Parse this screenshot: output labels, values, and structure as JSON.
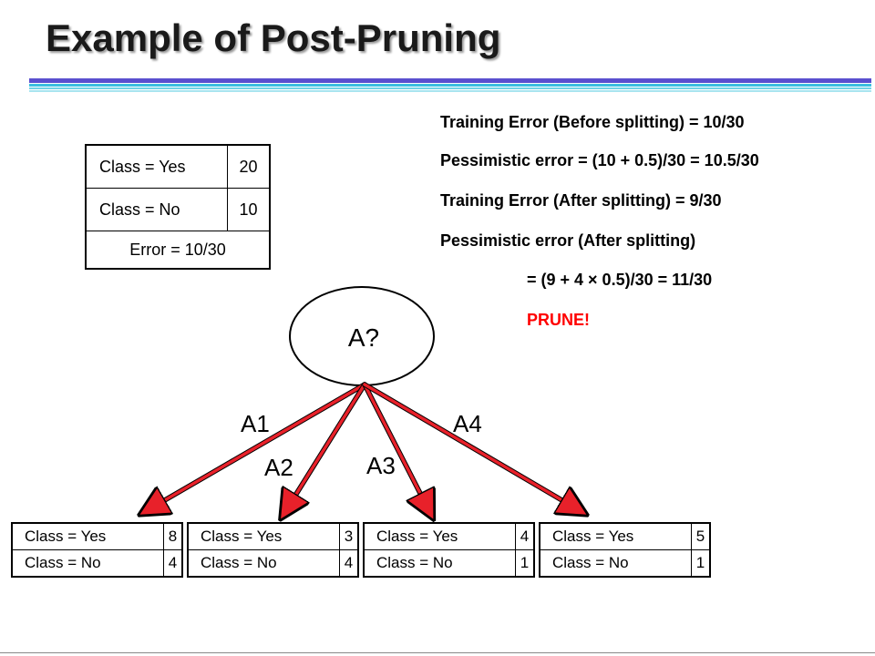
{
  "title": "Example of Post-Pruning",
  "accent_colors": {
    "bar_blue": "#5a4fcf",
    "bar_cyan": "#3bbfe0",
    "bar_teal": "#6fd3e6",
    "edge_red": "#e8212a",
    "prune_red": "#ff0000"
  },
  "info_lines": {
    "train_before": "Training Error (Before splitting) = 10/30",
    "pess_before": "Pessimistic error = (10 + 0.5)/30 = 10.5/30",
    "train_after": "Training Error (After splitting) = 9/30",
    "pess_after": "Pessimistic error (After splitting)",
    "pess_after_calc": "= (9 + 4 × 0.5)/30 = 11/30",
    "prune": "PRUNE!"
  },
  "root_table": {
    "yes_label": "Class = Yes",
    "yes_value": "20",
    "no_label": "Class = No",
    "no_value": "10",
    "error": "Error = 10/30"
  },
  "node": {
    "label": "A?"
  },
  "edges": [
    {
      "label": "A1"
    },
    {
      "label": "A2"
    },
    {
      "label": "A3"
    },
    {
      "label": "A4"
    }
  ],
  "leaves": [
    {
      "yes_label": "Class = Yes",
      "yes_value": "8",
      "no_label": "Class = No",
      "no_value": "4"
    },
    {
      "yes_label": "Class = Yes",
      "yes_value": "3",
      "no_label": "Class = No",
      "no_value": "4"
    },
    {
      "yes_label": "Class = Yes",
      "yes_value": "4",
      "no_label": "Class = No",
      "no_value": "1"
    },
    {
      "yes_label": "Class = Yes",
      "yes_value": "5",
      "no_label": "Class = No",
      "no_value": "1"
    }
  ]
}
